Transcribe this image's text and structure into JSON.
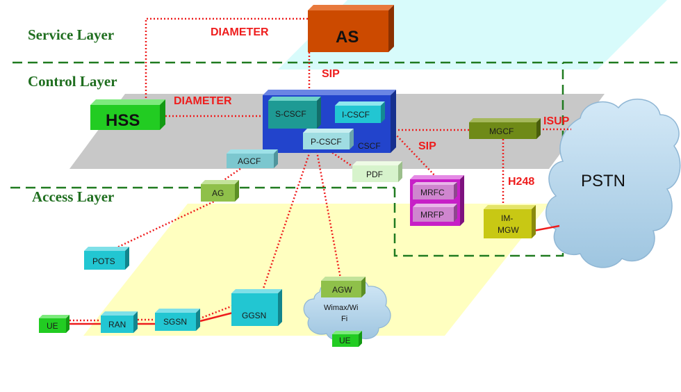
{
  "layers": {
    "service": "Service Layer",
    "control": "Control Layer",
    "access": "Access Layer"
  },
  "protocols": {
    "diameter_as": "DIAMETER",
    "diameter_hss": "DIAMETER",
    "sip_as": "SIP",
    "sip_mgcf": "SIP",
    "isup": "ISUP",
    "h248": "H248"
  },
  "nodes": {
    "as": "AS",
    "hss": "HSS",
    "cscf": "CSCF",
    "s_cscf": "S-CSCF",
    "i_cscf": "I-CSCF",
    "p_cscf": "P-CSCF",
    "mgcf": "MGCF",
    "agcf": "AGCF",
    "pdf": "PDF",
    "ag": "AG",
    "mrfc": "MRFC",
    "mrfp": "MRFP",
    "im_mgw_line1": "IM-",
    "im_mgw_line2": "MGW",
    "pots": "POTS",
    "agw": "AGW",
    "ggsn": "GGSN",
    "sgsn": "SGSN",
    "ran": "RAN",
    "ue_left": "UE",
    "ue_bottom": "UE",
    "pstn": "PSTN",
    "wimax_line1": "Wimax/Wi",
    "wimax_line2": "Fi"
  },
  "colors": {
    "layer_text": "#1f6e1f",
    "protocol_text": "#ee1c1c",
    "signal_line": "#ee1c1c",
    "layer_border": "#1f7a1f",
    "as_box": "#cc4a00",
    "hss_box": "#22cc22",
    "cscf_box": "#2244cc",
    "teal_box": "#22b8c4",
    "olive_box": "#6f8a17",
    "green_box": "#8fc04a",
    "magenta_box": "#c71fc7",
    "mrf_box": "#d07ad0",
    "yellow_box": "#c8c814",
    "cloud": "#b8d8ee",
    "access_plane": "#ffffc0",
    "control_plane": "#c8c8c8",
    "service_plane": "#d8fbfb"
  }
}
